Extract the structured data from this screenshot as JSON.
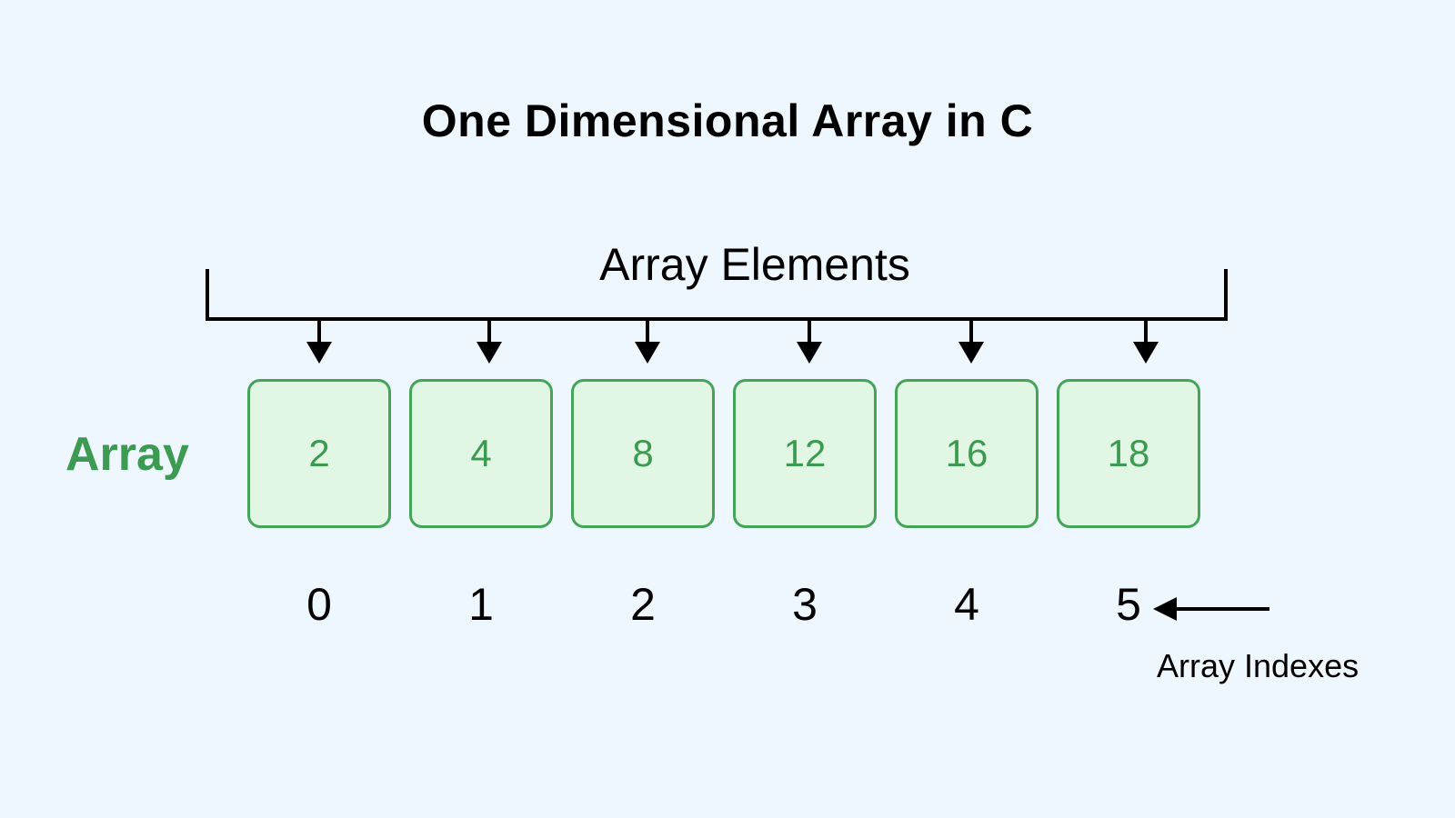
{
  "title": "One Dimensional Array in C",
  "elements_label": "Array Elements",
  "array_label": "Array",
  "indexes_label": "Array Indexes",
  "elements": [
    "2",
    "4",
    "8",
    "12",
    "16",
    "18"
  ],
  "indexes": [
    "0",
    "1",
    "2",
    "3",
    "4",
    "5"
  ],
  "colors": {
    "background": "#eef6fe",
    "cell_fill": "#e2f6e4",
    "cell_border": "#45a35a",
    "accent_text": "#3d9a52",
    "line": "#000000"
  }
}
